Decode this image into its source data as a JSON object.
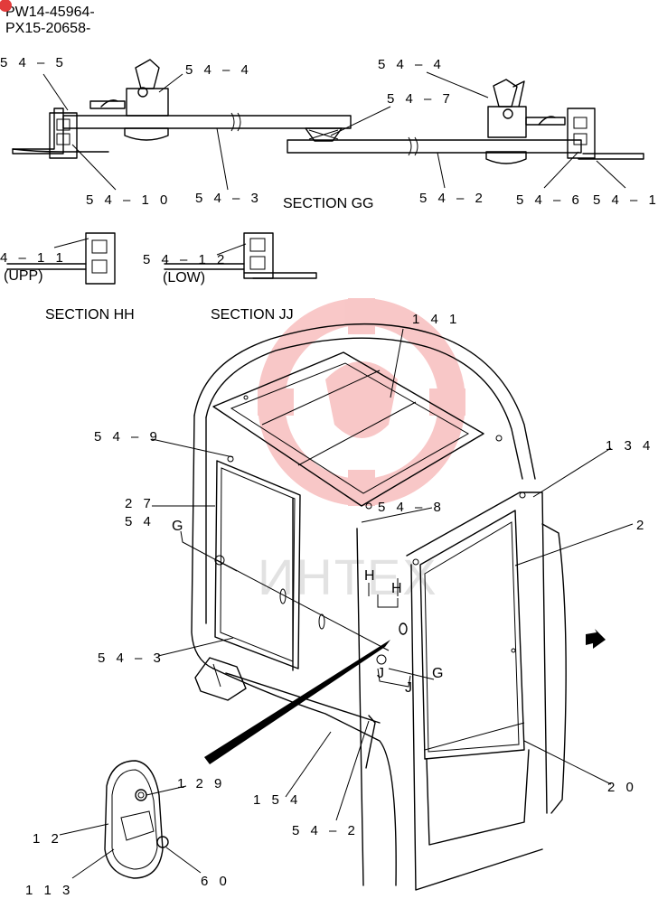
{
  "header": {
    "line1": "PW14-45964-",
    "line2": "PX15-20658-"
  },
  "watermark": {
    "text": "ИНТЕХ",
    "color": "#e83a3a"
  },
  "sections": {
    "gg": "SECTION GG",
    "hh": "SECTION HH",
    "jj": "SECTION JJ",
    "upp": "(UPP)",
    "low": "(LOW)"
  },
  "callouts": {
    "c54_5": "5 4 – 5",
    "c54_4a": "5 4 – 4",
    "c54_4b": "5 4 – 4",
    "c54_7": "5 4 – 7",
    "c54_10": "5 4 – 1 0",
    "c54_3a": "5 4 – 3",
    "c54_2a": "5 4 – 2",
    "c54_6": "5 4 – 6",
    "c54_1a": "5 4 – 1",
    "c54_11": "4 – 1 1",
    "c54_12": "5 4 – 1 2",
    "c141": "1 4 1",
    "c54_9": "5 4 – 9",
    "c134": "1 3 4",
    "c27": "2 7",
    "c54": "5 4",
    "c54_8": "5 4 – 8",
    "c2": "2",
    "c54_3b": "5 4 – 3",
    "c20": "2 0",
    "c129": "1 2 9",
    "c154": "1 5 4",
    "c12": "1 2",
    "c54_2b": "5 4 – 2",
    "c113": "1 1 3",
    "c60": "6 0"
  },
  "markers": {
    "g1": "G",
    "g2": "G",
    "h1": "H",
    "h2": "H",
    "j1": "J",
    "j2": "J"
  }
}
